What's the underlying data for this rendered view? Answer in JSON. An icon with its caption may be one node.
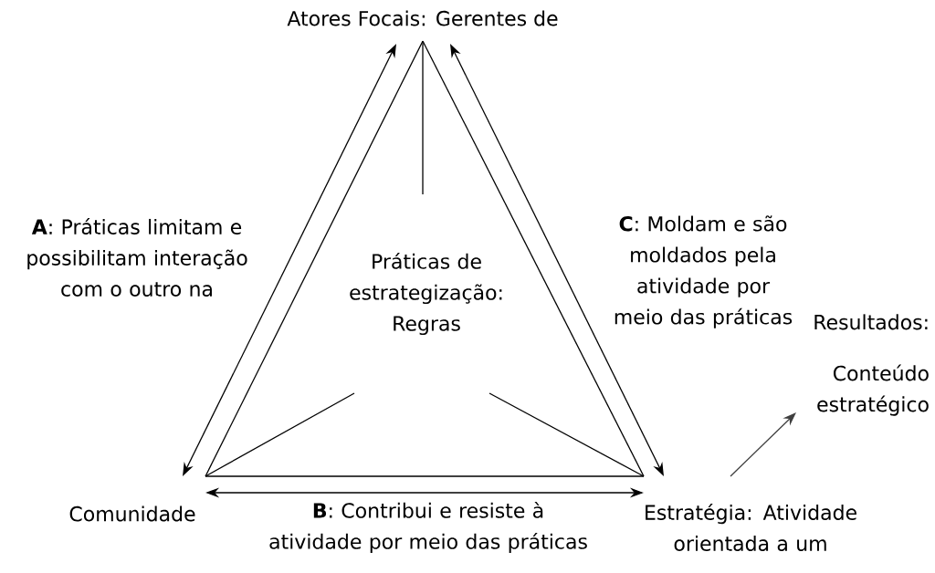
{
  "diagram": {
    "nodes": [
      {
        "text": [
          "Atores Focais: Gerentes de"
        ]
      },
      {
        "text": [
          "Comunidade"
        ]
      },
      {
        "text": [
          "Estratégia: Atividade orientada a um"
        ]
      },
      {
        "text": [
          "Práticas de estrategização: Regras"
        ]
      },
      {
        "text": [
          "Resultados:",
          "Conteúdo estratégico"
        ]
      }
    ],
    "edges": [
      {
        "from": 0,
        "to": 1,
        "arrow": "none"
      },
      {
        "from": 0,
        "to": 2,
        "arrow": "none"
      },
      {
        "from": 1,
        "to": 2,
        "arrow": "none"
      },
      {
        "from": 0,
        "to": 1,
        "arrow": "both"
      },
      {
        "from": 0,
        "to": 2,
        "arrow": "both"
      },
      {
        "from": 1,
        "to": 2,
        "arrow": "both"
      },
      {
        "from": 0,
        "to": 3,
        "arrow": "none"
      },
      {
        "from": 1,
        "to": 3,
        "arrow": "none"
      },
      {
        "from": 2,
        "to": 3,
        "arrow": "none"
      },
      {
        "from": 2,
        "to": 4,
        "arrow": "to",
        "color": "#404040"
      }
    ],
    "labels": [
      "**A**: Práticas limitam e possibilitam interação com o outro na",
      "**C**: Moldam e são moldados pela atividade por meio das práticas",
      "**B**: Contribui e resiste à atividade por meio das práticas"
    ]
  }
}
